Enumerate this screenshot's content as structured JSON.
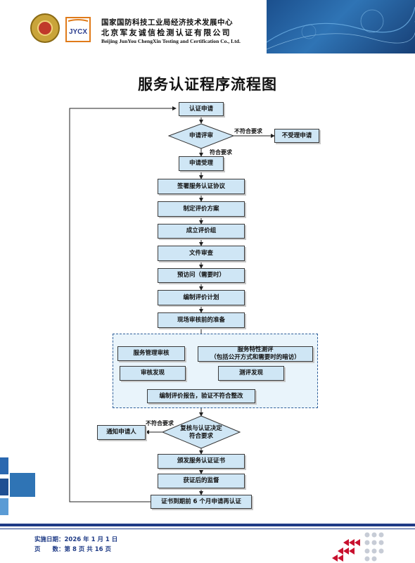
{
  "header": {
    "org_cn_1": "国家国防科技工业局经济技术发展中心",
    "org_cn_2": "北京军友诚信检测认证有限公司",
    "org_en": "Beijing JunYou ChengXin Testing and Certification Co., Ltd.",
    "logo_text": "JYCX"
  },
  "title": "服务认证程序流程图",
  "flow": {
    "apply": "认证申请",
    "review": "申请评审",
    "not_meet_1": "不符合要求",
    "reject": "不受理申请",
    "meet_1": "符合要求",
    "accept": "申请受理",
    "sign": "签署服务认证协议",
    "plan": "制定评价方案",
    "team": "成立评价组",
    "doc": "文件审查",
    "previsit": "预访问（需要时）",
    "evalplan": "编制评价计划",
    "prep": "现场审核前的准备",
    "mgmt": "服务管理审核",
    "trait_1": "服务特性测评",
    "trait_2": "（包括公开方式和需要时的暗访）",
    "audit_find": "审核发现",
    "test_find": "测评发现",
    "report": "编制评价报告，验证不符合整改",
    "not_meet_2": "不符合要求",
    "notify": "通知申请人",
    "decision_1": "复核与认证决定",
    "decision_2": "符合要求",
    "issue": "颁发服务认证证书",
    "supervise": "获证后的监督",
    "renew": "证书到期前 6 个月申请再认证"
  },
  "footer": {
    "date": "实施日期：2026 年 1 月 1 日",
    "page": "页　　数：第 8 页 共 16 页"
  },
  "colors": {
    "box_fill": "#cfe6f5",
    "accent": "#1f3b86",
    "banner": "#2f74b5"
  }
}
